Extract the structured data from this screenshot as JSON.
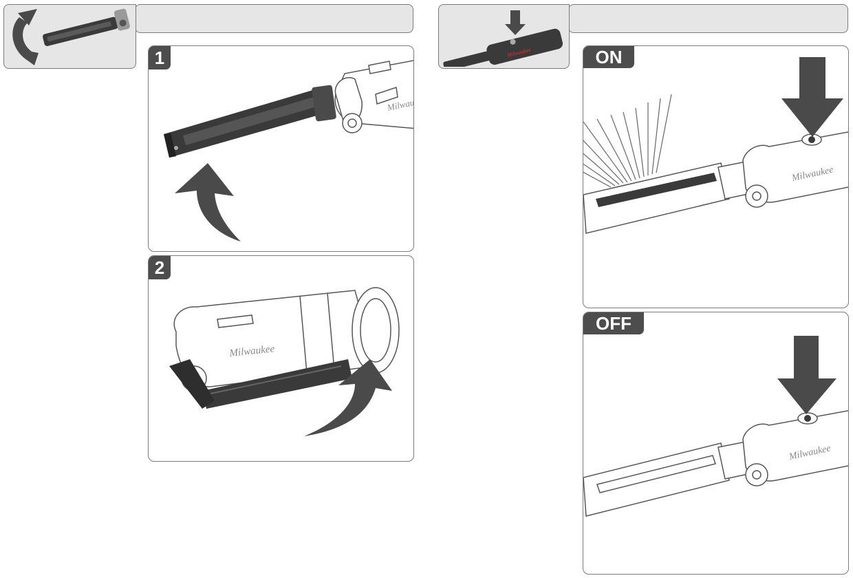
{
  "colors": {
    "panel_border": "#7a7a7a",
    "header_fill": "#e6e6e6",
    "tag_fill": "#4d4d4d",
    "tag_text": "#ffffff",
    "arrow_fill": "#4a4a4a",
    "tool_dark": "#3a3a3a"
  },
  "left_section": {
    "header_icon": "rotate-head-icon",
    "steps": [
      {
        "label": "1",
        "illustration": "rotate-light-bar-up"
      },
      {
        "label": "2",
        "illustration": "fold-light-bar-under"
      }
    ]
  },
  "right_section": {
    "header_icon": "press-power-button-icon",
    "steps": [
      {
        "label": "ON",
        "illustration": "press-button-light-on"
      },
      {
        "label": "OFF",
        "illustration": "press-button-light-off"
      }
    ]
  }
}
